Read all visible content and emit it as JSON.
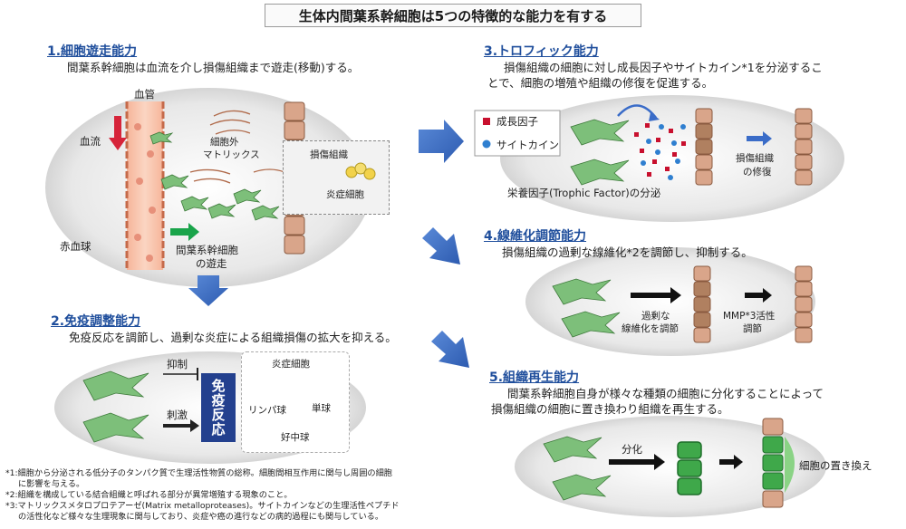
{
  "title": "生体内間葉系幹細胞は5つの特徴的な能力を有する",
  "sections": {
    "s1": {
      "title": "1.細胞遊走能力",
      "desc": "間葉系幹細胞は血流を介し損傷組織まで遊走(移動)する。",
      "labels": {
        "vessel": "血管",
        "bloodflow": "血流",
        "ecm1": "細胞外",
        "ecm2": "マトリックス",
        "injured": "損傷組織",
        "inflam": "炎症細胞",
        "rbc": "赤血球",
        "msc1": "間葉系幹細胞",
        "msc2": "の遊走"
      }
    },
    "s2": {
      "title": "2.免疫調整能力",
      "desc": "免疫反応を調節し、過剰な炎症による組織損傷の拡大を抑える。",
      "labels": {
        "suppress": "抑制",
        "stimulate": "刺激",
        "immune": "免疫反応",
        "inflam": "炎症細胞",
        "lymph": "リンパ球",
        "mono": "単球",
        "neutro": "好中球"
      }
    },
    "s3": {
      "title": "3.トロフィック能力",
      "desc1": "損傷組織の細胞に対し成長因子やサイトカイン*1を分泌するこ",
      "desc2": "とで、細胞の増殖や組織の修復を促進する。",
      "legend_growth": "成長因子",
      "legend_cytokine": "サイトカイン",
      "trophic": "栄養因子(Trophic Factor)の分泌",
      "repair1": "損傷組織",
      "repair2": "の修復"
    },
    "s4": {
      "title": "4.線維化調節能力",
      "desc": "損傷組織の過剰な線維化*2を調節し、抑制する。",
      "lbl1a": "過剰な",
      "lbl1b": "線維化を調節",
      "lbl2a": "MMP*3活性",
      "lbl2b": "調節"
    },
    "s5": {
      "title": "5.組織再生能力",
      "desc1": "間葉系幹細胞自身が様々な種類の細胞に分化することによって",
      "desc2": "損傷組織の細胞に置き換わり組織を再生する。",
      "diff": "分化",
      "replace": "細胞の置き換え"
    }
  },
  "notes": [
    "*1:細胞から分泌される低分子のタンパク質で生理活性物質の総称。細胞間相互作用に関与し周囲の細胞",
    "に影響を与える。",
    "*2:組織を構成している結合組織と呼ばれる部分が異常増殖する現象のこと。",
    "*3:マトリックスメタロプロテアーゼ(Matrix metalloproteases)。サイトカインなどの生理活性ペプチド",
    "の活性化など様々な生理現象に関与しており、炎症や癌の進行などの病的過程にも関与している。"
  ],
  "colors": {
    "title_blue": "#1f4e9c",
    "arrow_blue": "#3a6cc8",
    "immune_box": "#23408e",
    "growth_red": "#c8102e",
    "cytokine_blue": "#2f7fd0",
    "cell_brown": "#d9a58a",
    "cell_green": "#3fa84a",
    "msc_green": "#7dbf7a"
  }
}
